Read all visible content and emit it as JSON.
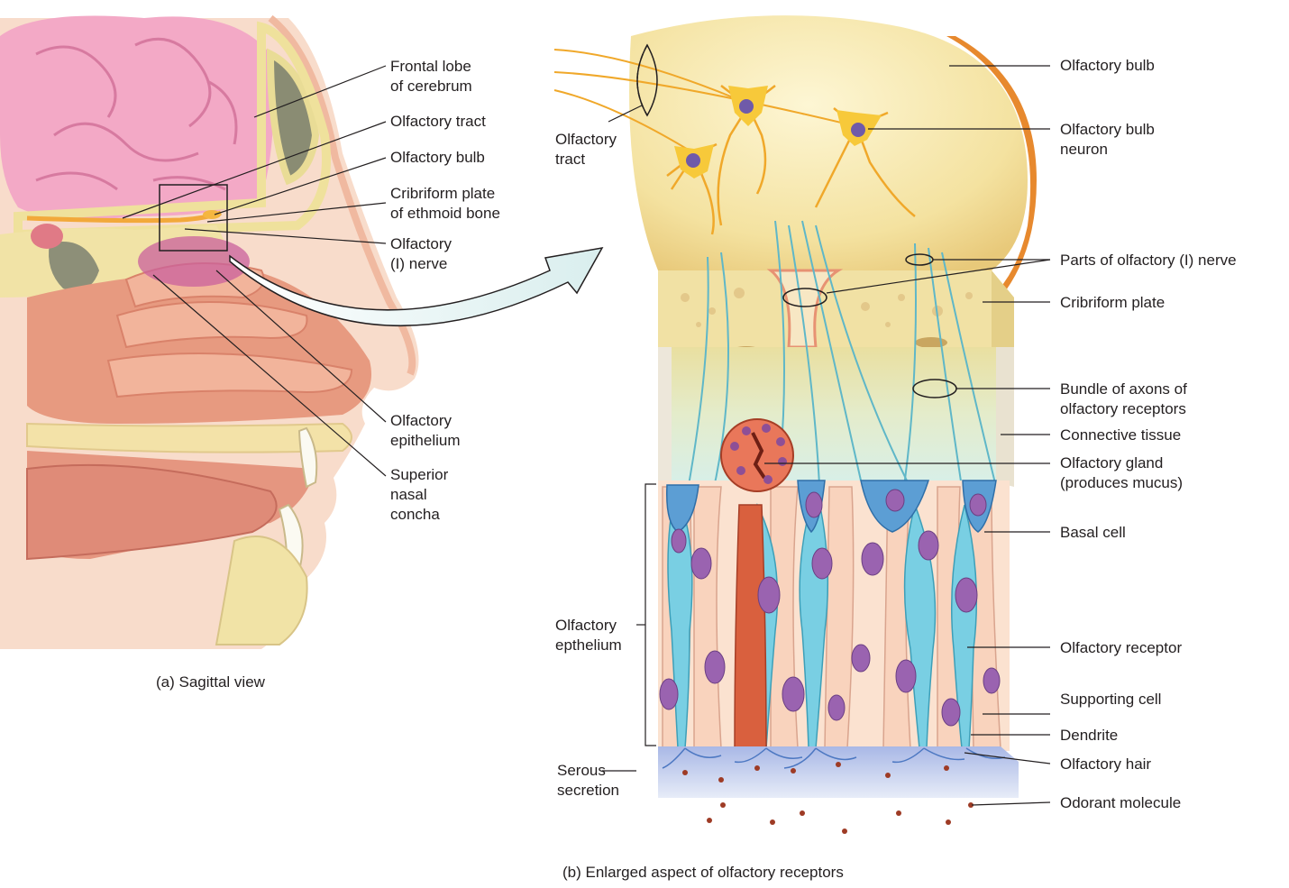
{
  "panel_a": {
    "caption": "(a) Sagittal view",
    "labels": {
      "frontal_lobe_1": "Frontal lobe",
      "frontal_lobe_2": "of cerebrum",
      "olfactory_tract": "Olfactory tract",
      "olfactory_bulb": "Olfactory bulb",
      "cribriform_1": "Cribriform plate",
      "cribriform_2": "of ethmoid bone",
      "olfactory_nerve_1": "Olfactory",
      "olfactory_nerve_2": "(I) nerve",
      "epithelium_1": "Olfactory",
      "epithelium_2": "epithelium",
      "concha_1": "Superior",
      "concha_2": "nasal",
      "concha_3": "concha"
    }
  },
  "panel_b": {
    "caption": "(b) Enlarged aspect of olfactory receptors",
    "labels": {
      "tract_1": "Olfactory",
      "tract_2": "tract",
      "bulb": "Olfactory bulb",
      "bulb_neuron_1": "Olfactory bulb",
      "bulb_neuron_2": "neuron",
      "nerve_parts": "Parts of olfactory (I) nerve",
      "cribriform": "Cribriform plate",
      "bundle_1": "Bundle of axons of",
      "bundle_2": "olfactory receptors",
      "connective": "Connective tissue",
      "gland_1": "Olfactory gland",
      "gland_2": "(produces mucus)",
      "basal": "Basal cell",
      "epithelium_1": "Olfactory",
      "epithelium_2": "epthelium",
      "receptor": "Olfactory receptor",
      "supporting": "Supporting cell",
      "dendrite": "Dendrite",
      "hair": "Olfactory hair",
      "serous_1": "Serous",
      "serous_2": "secretion",
      "odorant": "Odorant molecule"
    }
  },
  "colors": {
    "brain": "#f3a9c6",
    "bone": "#f3e6a8",
    "tissue": "#e8a088",
    "skin": "#f8d7c4",
    "bulb": "#f6e6a4",
    "receptor": "#7fd3e6",
    "supporting": "#f9d6c2",
    "nucleus": "#8f5fa6",
    "gland": "#d9603e",
    "neuron": "#f2b51c"
  }
}
